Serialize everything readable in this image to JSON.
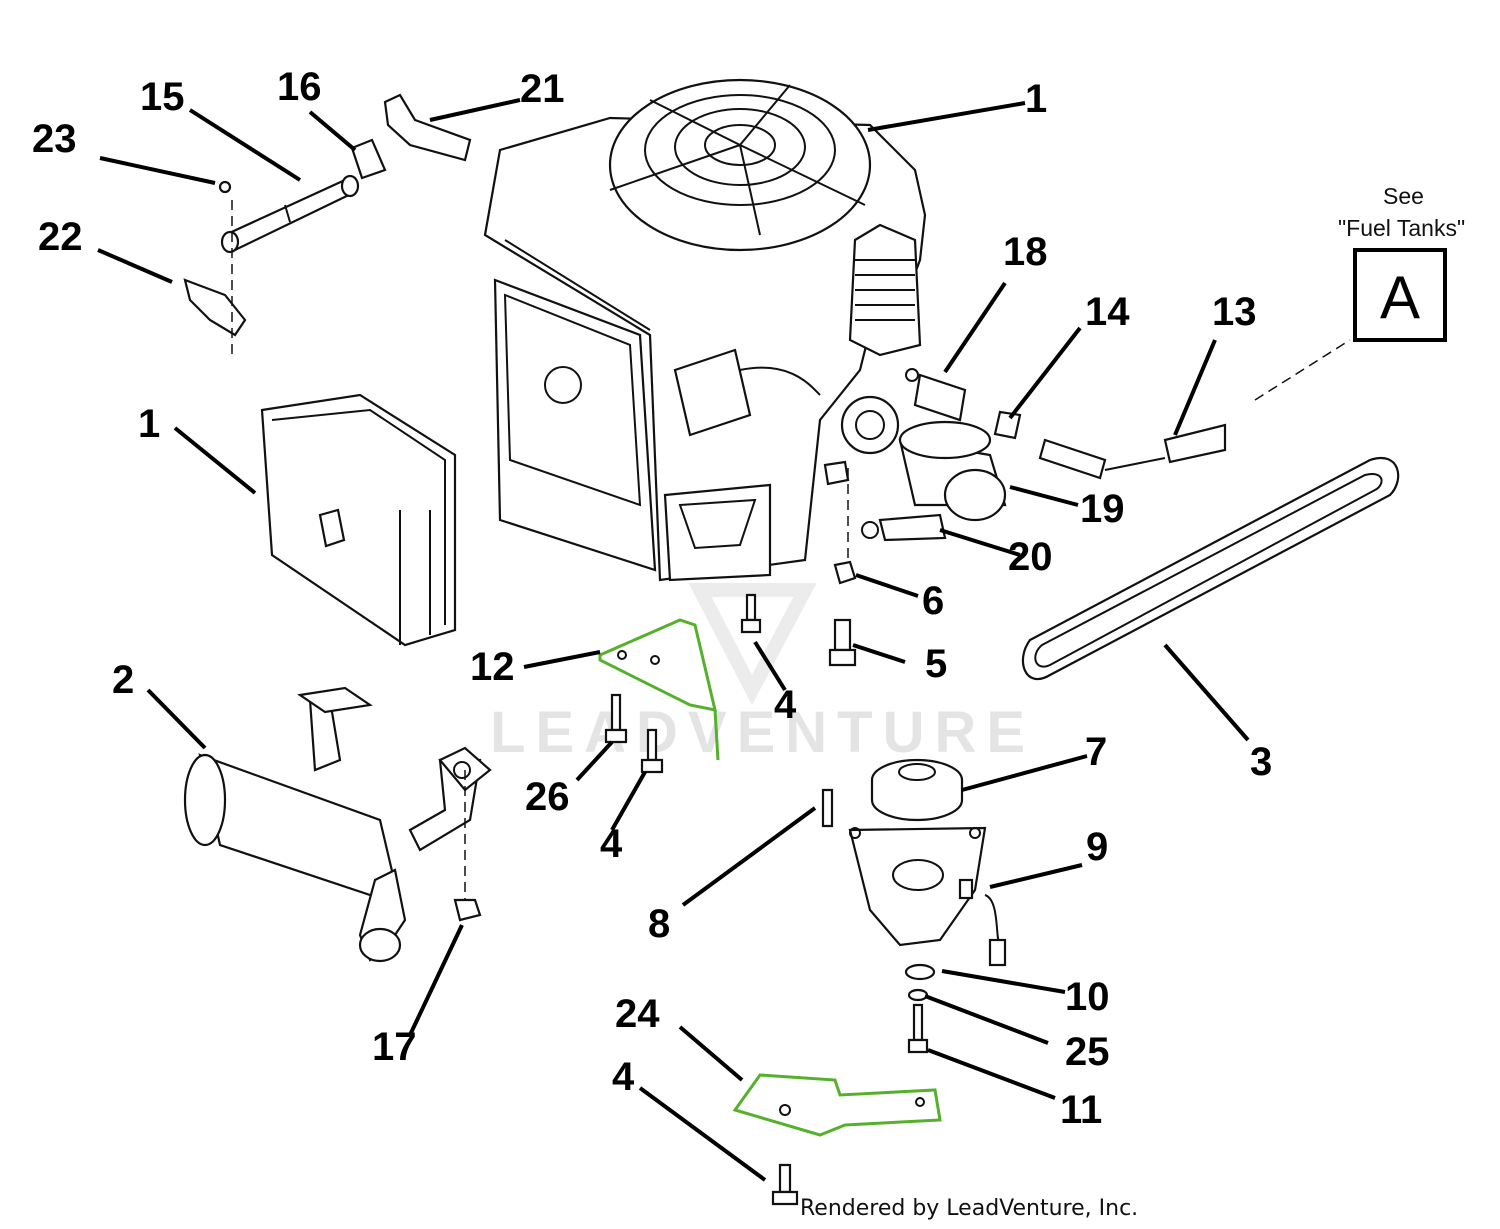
{
  "diagram": {
    "part_labels": {
      "p1a": "1",
      "p1b": "1",
      "p2": "2",
      "p3": "3",
      "p4a": "4",
      "p4b": "4",
      "p4c": "4",
      "p5": "5",
      "p6": "6",
      "p7": "7",
      "p8": "8",
      "p9": "9",
      "p10": "10",
      "p11": "11",
      "p12": "12",
      "p13": "13",
      "p14": "14",
      "p15": "15",
      "p16": "16",
      "p17": "17",
      "p18": "18",
      "p19": "19",
      "p20": "20",
      "p21": "21",
      "p22": "22",
      "p23": "23",
      "p24": "24",
      "p25": "25",
      "p26": "26"
    },
    "reference": {
      "see_line1": "See",
      "see_line2": "\"Fuel Tanks\"",
      "callout_letter": "A"
    },
    "watermark": "LEADVENTURE",
    "credit": "Rendered by LeadVenture, Inc.",
    "colors": {
      "highlight": "#55b02c",
      "line": "#000000",
      "background": "#ffffff"
    }
  }
}
